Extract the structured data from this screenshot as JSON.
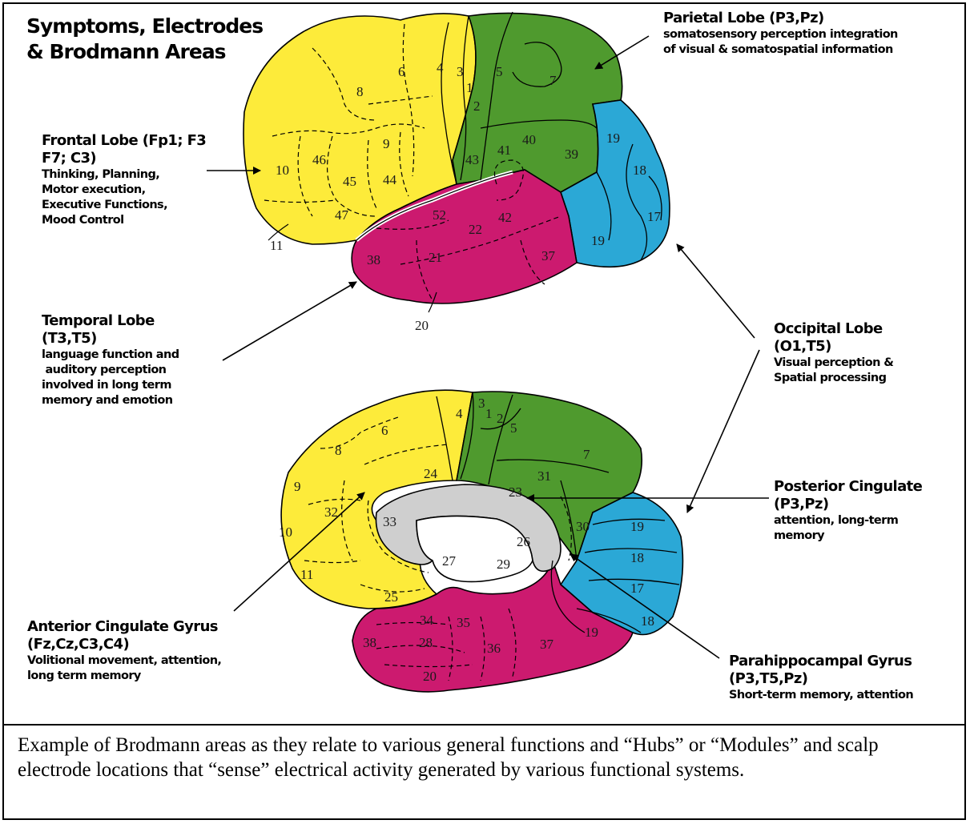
{
  "title": [
    "Symptoms, Electrodes",
    "& Brodmann Areas"
  ],
  "colors": {
    "frontal": "#fdeb3a",
    "parietal": "#4f9a2e",
    "occipital": "#2ba8d6",
    "temporal": "#cc1a6f",
    "cingulum": "#cfcfcf"
  },
  "labels": {
    "parietal": {
      "heading": "Parietal Lobe (P3,Pz)",
      "desc": [
        "somatosensory perception integration",
        "of visual & somatospatial information"
      ]
    },
    "frontal": {
      "heading": [
        "Frontal Lobe (Fp1; F3",
        "F7; C3)"
      ],
      "desc": [
        "Thinking, Planning,",
        "Motor execution,",
        "Executive Functions,",
        "Mood Control"
      ]
    },
    "temporal": {
      "heading": [
        "Temporal Lobe",
        "(T3,T5)"
      ],
      "desc": [
        "language function and",
        " auditory perception",
        "involved in long term",
        "memory and emotion"
      ]
    },
    "occipital": {
      "heading": [
        "Occipital Lobe",
        "(O1,T5)"
      ],
      "desc": [
        "Visual perception &",
        "Spatial processing"
      ]
    },
    "posterior_cingulate": {
      "heading": [
        "Posterior Cingulate",
        "(P3,Pz)"
      ],
      "desc": [
        "attention, long-term",
        "memory"
      ]
    },
    "anterior_cingulate": {
      "heading": [
        "Anterior Cingulate Gyrus",
        "(Fz,Cz,C3,C4)"
      ],
      "desc": [
        "Volitional movement, attention,",
        "long term memory"
      ]
    },
    "parahippocampal": {
      "heading": [
        "Parahippocampal Gyrus",
        "(P3,T5,Pz)"
      ],
      "desc": [
        "Short-term memory, attention"
      ]
    }
  },
  "lateral_areas": [
    "6",
    "4",
    "3",
    "1",
    "2",
    "5",
    "7",
    "8",
    "9",
    "46",
    "10",
    "45",
    "44",
    "43",
    "41",
    "40",
    "39",
    "19",
    "18",
    "17",
    "19",
    "47",
    "11",
    "52",
    "22",
    "42",
    "38",
    "21",
    "37",
    "20"
  ],
  "medial_areas": [
    "4",
    "3",
    "1",
    "2",
    "5",
    "6",
    "8",
    "7",
    "24",
    "31",
    "23",
    "9",
    "32",
    "33",
    "30",
    "19",
    "10",
    "26",
    "29",
    "27",
    "18",
    "11",
    "25",
    "17",
    "34",
    "35",
    "28",
    "36",
    "37",
    "19",
    "18",
    "38",
    "20"
  ],
  "caption": "Example of Brodmann areas as they relate to various general functions and “Hubs” or “Modules” and scalp electrode locations that “sense” electrical activity generated by various functional systems."
}
